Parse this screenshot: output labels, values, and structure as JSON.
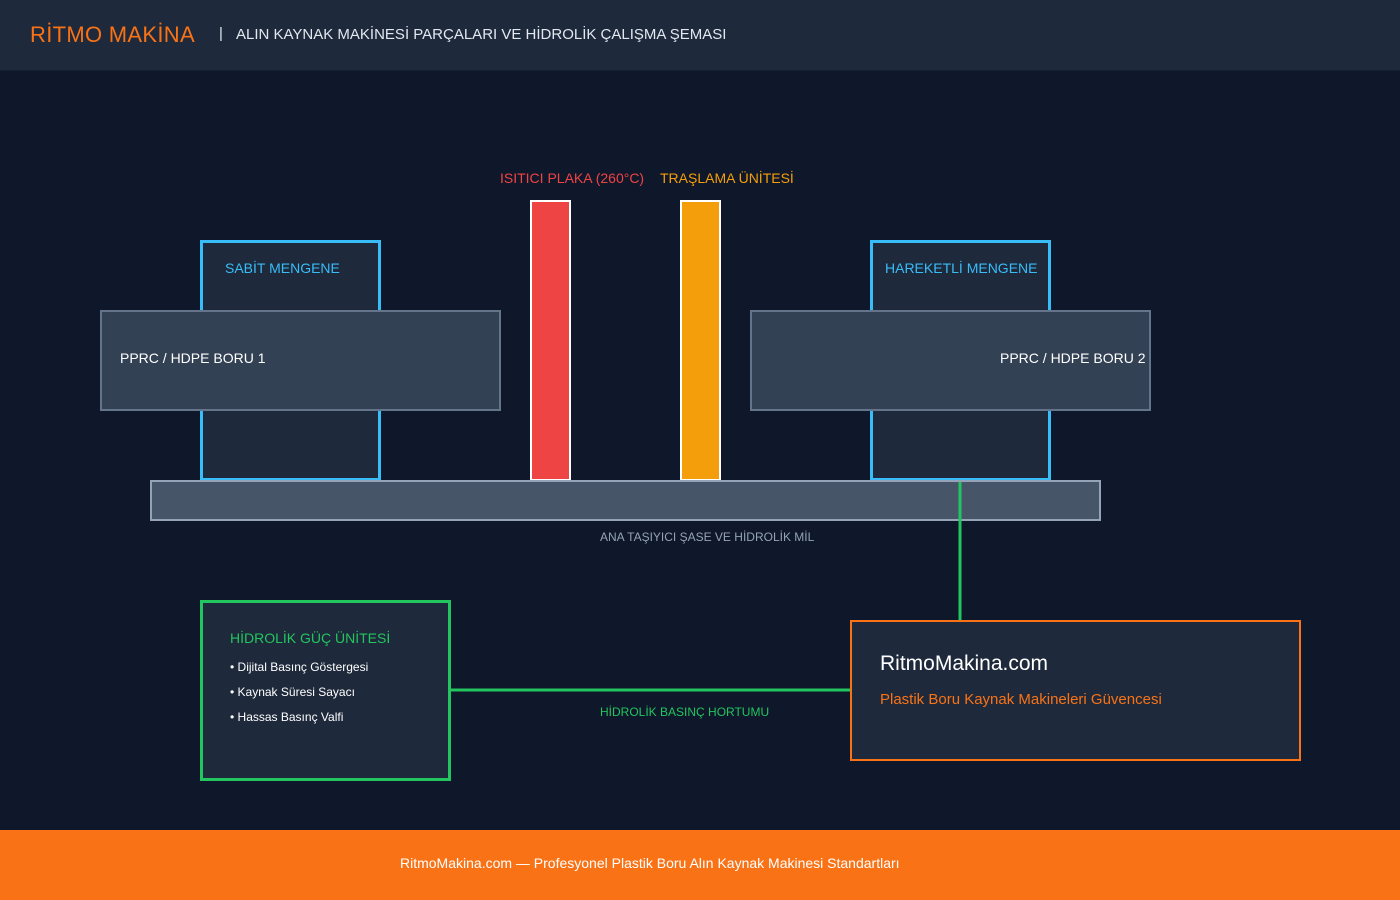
{
  "header": {
    "brand": "RİTMO MAKİNA",
    "separator": "|",
    "title": "ALIN KAYNAK MAKİNESİ PARÇALARI VE HİDROLİK ÇALIŞMA ŞEMASI"
  },
  "diagram": {
    "heater": {
      "label": "ISITICI PLAKA (260°C)"
    },
    "trimmer": {
      "label": "TRAŞLAMA ÜNİTESİ"
    },
    "fixed_clamp": {
      "label": "SABİT MENGENE"
    },
    "moving_clamp": {
      "label": "HAREKETLİ MENGENE"
    },
    "pipe_1": {
      "label": "PPRC / HDPE BORU 1"
    },
    "pipe_2": {
      "label": "PPRC / HDPE BORU 2"
    },
    "chassis": {
      "label": "ANA TAŞIYICI ŞASE VE HİDROLİK MİL"
    },
    "hydraulic_unit": {
      "title": "HİDROLİK GÜÇ ÜNİTESİ",
      "items": [
        "• Dijital Basınç Göstergesi",
        "• Kaynak Süresi Sayacı",
        "• Hassas Basınç Valfi"
      ]
    },
    "hose": {
      "label": "HİDROLİK BASINÇ HORTUMU"
    },
    "info_box": {
      "title": "RitmoMakina.com",
      "subtitle": "Plastik Boru Kaynak Makineleri Güvencesi"
    }
  },
  "footer": {
    "text": "RitmoMakina.com — Profesyonel Plastik Boru Alın Kaynak Makinesi Standartları"
  },
  "colors": {
    "background": "#0f172a",
    "panel": "#1e293b",
    "accent_orange": "#f97316",
    "clamp_blue": "#38bdf8",
    "heater_red": "#ef4444",
    "trimmer_amber": "#f59e0b",
    "hydraulic_green": "#22c55e",
    "pipe_fill": "#334155",
    "chassis_fill": "#475569"
  }
}
